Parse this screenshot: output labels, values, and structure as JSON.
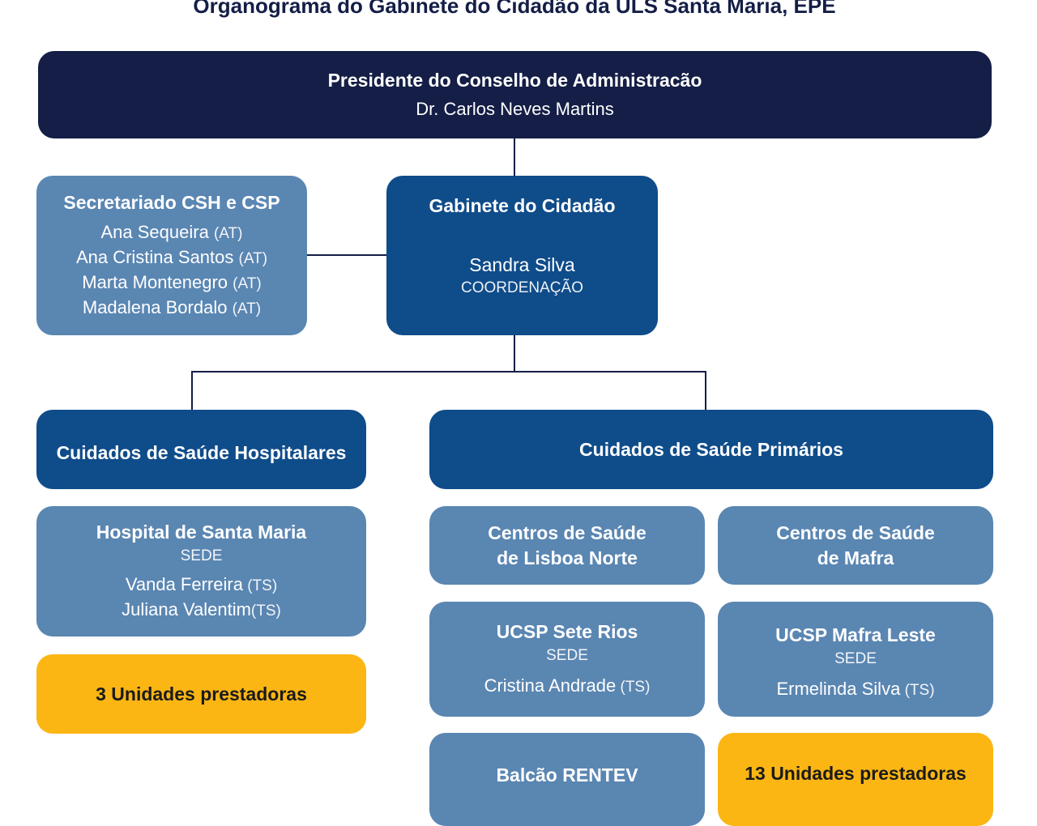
{
  "title": "Organograma do Gabinete do Cidadão da ULS Santa Maria, EPE",
  "president": {
    "role": "Presidente do Conselho de Administracão",
    "name": "Dr. Carlos Neves Martins"
  },
  "secretariado": {
    "title": "Secretariado CSH e CSP",
    "members": [
      {
        "name": "Ana Sequeira",
        "tag": "(AT)"
      },
      {
        "name": "Ana Cristina Santos",
        "tag": "(AT)"
      },
      {
        "name": "Marta Montenegro",
        "tag": "(AT)"
      },
      {
        "name": "Madalena Bordalo",
        "tag": "(AT)"
      }
    ]
  },
  "gabinete": {
    "title": "Gabinete do Cidadão",
    "name": "Sandra Silva",
    "role": "COORDENAÇÃO"
  },
  "csh": {
    "title": "Cuidados de Saúde Hospitalares",
    "hospital": {
      "title": "Hospital de Santa Maria",
      "sub": "SEDE",
      "members": [
        {
          "name": "Vanda Ferreira",
          "tag": " (TS)"
        },
        {
          "name": "Juliana Valentim",
          "tag": "(TS)"
        }
      ]
    },
    "units": "3 Unidades prestadoras"
  },
  "csp": {
    "title": "Cuidados de Saúde Primários",
    "lisboa": {
      "line1": "Centros de Saúde",
      "line2": "de Lisboa Norte"
    },
    "mafra": {
      "line1": "Centros de Saúde",
      "line2": "de Mafra"
    },
    "seterios": {
      "title": "UCSP Sete Rios",
      "sub": "SEDE",
      "name": "Cristina Andrade",
      "tag": " (TS)"
    },
    "mafraleste": {
      "title": "UCSP Mafra Leste",
      "sub": "SEDE",
      "name": "Ermelinda Silva",
      "tag": " (TS)"
    },
    "balcao": "Balcão RENTEV",
    "units": "13 Unidades prestadoras"
  },
  "colors": {
    "navy": "#141e46",
    "mid": "#0f4c8a",
    "light": "#5a86b2",
    "yellow": "#fbb614"
  }
}
